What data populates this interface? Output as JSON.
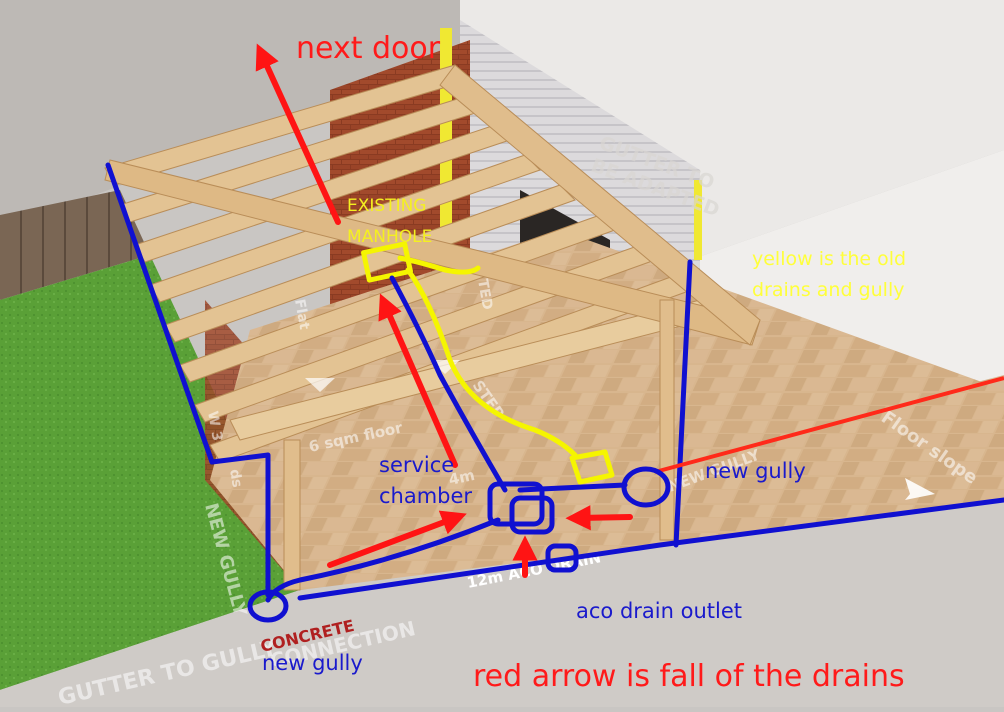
{
  "annotations": {
    "next_door": "next door",
    "existing_manhole_line1": "EXISTING",
    "existing_manhole_line2": "MANHOLE",
    "old_drains_line1": "yellow is the old",
    "old_drains_line2": "drains and gully",
    "new_gully_right": "new gully",
    "service_chamber_line1": "service",
    "service_chamber_line2": "chamber",
    "aco_drain_outlet": "aco drain outlet",
    "new_gully_left": "new gully",
    "red_arrow_legend": "red arrow is fall of the drains"
  },
  "model_labels": {
    "gutter_to_be_adapted_line1": "GUTTER TO",
    "gutter_to_be_adapted_line2": "BE ADAPTED",
    "gutter_to_gully": "GUTTER TO GULLY",
    "concrete": "CONCRETE",
    "connection": "CONNECTION",
    "aco_drain": "12m  ACO DRAIN",
    "new_gully_side": "NEW GULLY",
    "floor_slope": "Floor slope",
    "floor_area": "6 sqm floor",
    "width": "4m",
    "step": "STEP",
    "new_gully_slab": "NEW GULLY",
    "flat": "Flat",
    "ted": "TED",
    "ds": "ds",
    "ws": "W 3"
  },
  "colors": {
    "annotation_red": "#ff1a1a",
    "annotation_blue": "#1a1acc",
    "annotation_yellow": "#ffff3a",
    "new_drain_line": "#1010d0",
    "old_drain_line": "#f5f500",
    "timber": "#e3c393",
    "paving": "#d6b48e",
    "lawn": "#5da33a",
    "wall": "#e8e6e4",
    "fence": "#7d6a58"
  }
}
